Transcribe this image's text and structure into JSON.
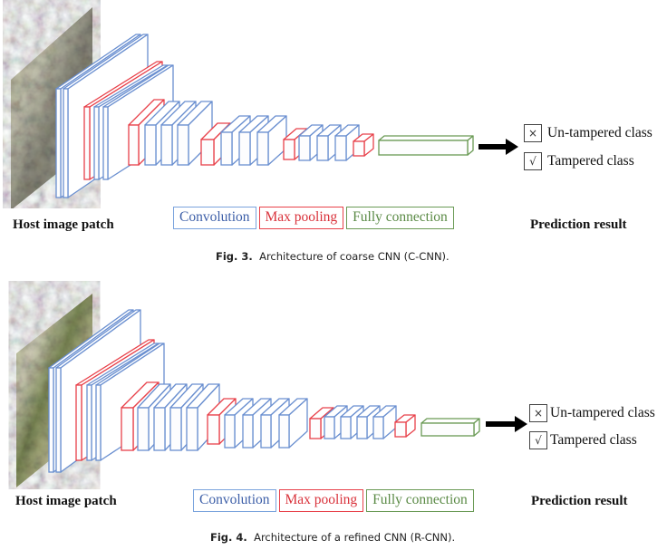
{
  "colors": {
    "convolution": "#6a8fd0",
    "max_pooling": "#e8414a",
    "fully_connection": "#6a9a55",
    "convolution_text": "#3d5fa8",
    "max_pooling_text": "#d9323b",
    "fully_connection_text": "#5a8a45",
    "arrow": "#000000"
  },
  "figures": [
    {
      "id": "fig3",
      "input_label": "Host image patch",
      "legend": {
        "convolution": "Convolution",
        "max_pooling": "Max pooling",
        "fully_connection": "Fully connection"
      },
      "output_label": "Prediction result",
      "classes": [
        {
          "icon": "cross-icon",
          "glyph": "×",
          "label": "Un-tampered class"
        },
        {
          "icon": "check-icon",
          "glyph": "√",
          "label": "Tampered class"
        }
      ],
      "caption_prefix": "Fig. 3.",
      "caption_text": "Architecture of coarse CNN (C-CNN).",
      "layer_sequence": [
        "conv",
        "conv",
        "pool",
        "conv",
        "conv",
        "pool",
        "conv",
        "conv",
        "conv",
        "pool",
        "conv",
        "conv",
        "conv",
        "pool",
        "conv",
        "conv",
        "conv",
        "pool",
        "fc"
      ]
    },
    {
      "id": "fig4",
      "input_label": "Host image patch",
      "legend": {
        "convolution": "Convolution",
        "max_pooling": "Max pooling",
        "fully_connection": "Fully connection"
      },
      "output_label": "Prediction result",
      "classes": [
        {
          "icon": "cross-icon",
          "glyph": "×",
          "label": "Un-tampered class"
        },
        {
          "icon": "check-icon",
          "glyph": "√",
          "label": "Tampered class"
        }
      ],
      "caption_prefix": "Fig. 4.",
      "caption_text": "Architecture of a refined CNN (R-CNN).",
      "layer_sequence": [
        "conv",
        "conv",
        "pool",
        "conv",
        "conv",
        "pool",
        "conv",
        "conv",
        "conv",
        "conv",
        "pool",
        "conv",
        "conv",
        "conv",
        "conv",
        "pool",
        "conv",
        "conv",
        "conv",
        "conv",
        "pool",
        "fc"
      ]
    }
  ]
}
